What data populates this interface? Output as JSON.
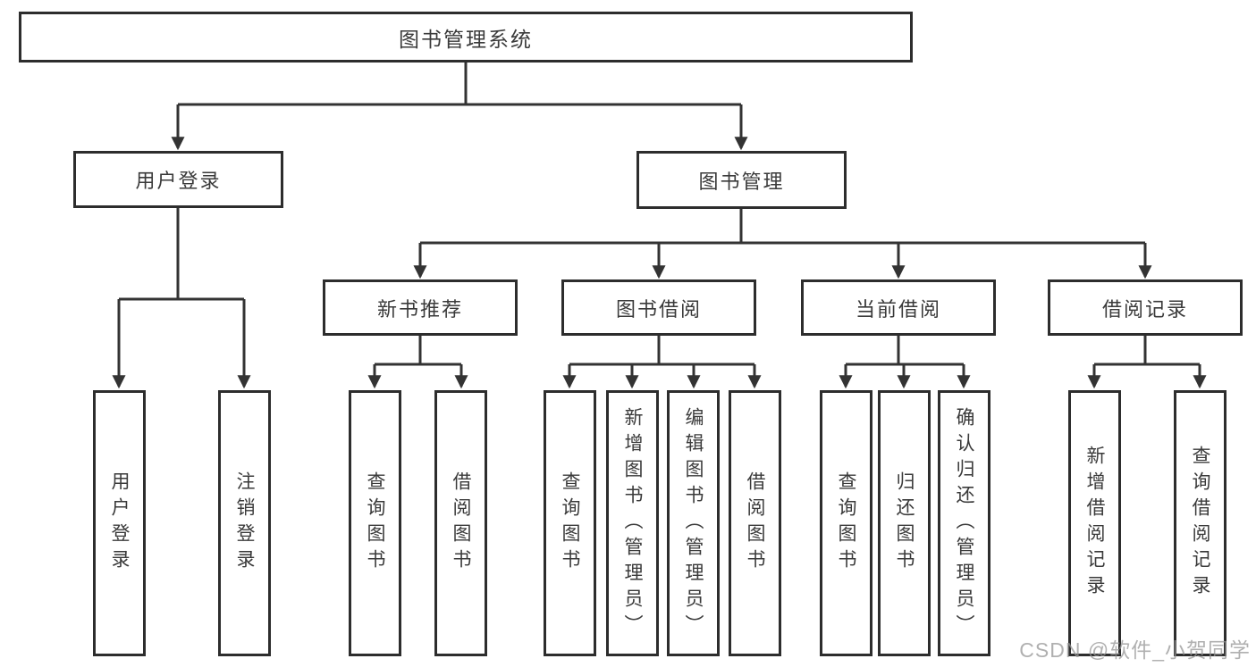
{
  "diagram_title": "图书管理系统",
  "nodes": {
    "root": "图书管理系统",
    "user_login": "用户登录",
    "book_mgmt": "图书管理",
    "l3": [
      "新书推荐",
      "图书借阅",
      "当前借阅",
      "借阅记录"
    ],
    "leaves_user": [
      "用户登录",
      "注销登录"
    ],
    "leaves_recommend": [
      "查询图书",
      "借阅图书"
    ],
    "leaves_borrow": [
      "查询图书",
      "新增图书（管理员）",
      "编辑图书（管理员）",
      "借阅图书"
    ],
    "leaves_current": [
      "查询图书",
      "归还图书",
      "确认归还（管理员）"
    ],
    "leaves_records": [
      "新增借阅记录",
      "查询借阅记录"
    ]
  },
  "watermark": "CSDN @软件_小贺同学",
  "colors": {
    "background": "#ffffff",
    "box_border": "#2d2d2d",
    "connector_line": "#333333",
    "text": "#3a3a3a",
    "watermark_text": "#969696"
  }
}
